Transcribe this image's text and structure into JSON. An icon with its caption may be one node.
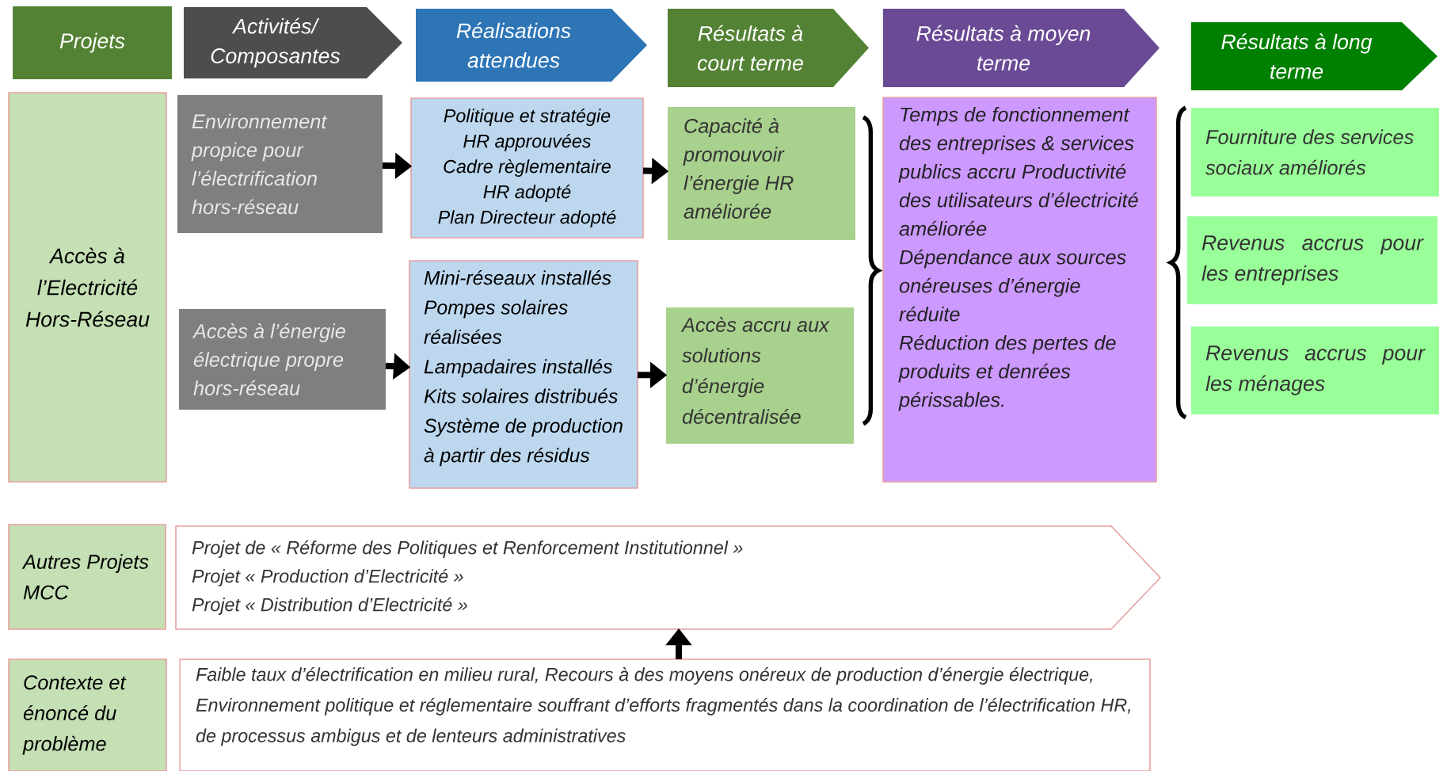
{
  "diagram": {
    "nodes": [
      {
        "text": [
          "Projets"
        ]
      },
      {
        "text": [
          "Activités/ Composantes"
        ]
      },
      {
        "text": [
          "Réalisations attendues"
        ]
      },
      {
        "text": [
          "Résultats à court terme"
        ]
      },
      {
        "text": [
          "Résultats à moyen terme"
        ]
      },
      {
        "text": [
          "Résultats à long terme"
        ]
      },
      {
        "text": [
          "Accès à l’Electricité Hors-Réseau"
        ]
      },
      {
        "text": [
          "Environnement propice pour l’électrification hors-réseau"
        ]
      },
      {
        "text": [
          "Accès à l’énergie électrique propre hors-réseau"
        ]
      },
      {
        "text": [
          "Politique et stratégie HR approuvées",
          "Cadre règlementaire HR adopté",
          "Plan Directeur adopté"
        ]
      },
      {
        "text": [
          "Mini-réseaux installés",
          "Pompes solaires réalisées",
          "Lampadaires installés",
          "Kits solaires distribués",
          "Système de production à partir des résidus"
        ]
      },
      {
        "text": [
          "Capacité à promouvoir l’énergie HR améliorée"
        ]
      },
      {
        "text": [
          "Accès accru aux solutions d’énergie décentralisée"
        ]
      },
      {
        "text": [
          "Temps de fonctionnement des entreprises & services publics accru Productivité des utilisateurs d’électricité améliorée",
          "Dépendance aux sources onéreuses d’énergie réduite",
          "Réduction des pertes de produits et denrées périssables."
        ]
      },
      {
        "text": [
          "Fourniture des services sociaux améliorés"
        ]
      },
      {
        "text": [
          "Revenus accrus pour les entreprises"
        ]
      },
      {
        "text": [
          "Revenus accrus pour les ménages"
        ]
      },
      {
        "text": [
          "Autres Projets MCC"
        ]
      },
      {
        "text": [
          "Projet de « Réforme des Politiques et Renforcement Institutionnel »",
          "Projet « Production d’Electricité »",
          "Projet « Distribution d’Electricité »"
        ]
      },
      {
        "text": [
          "Contexte et énoncé du problème"
        ]
      },
      {
        "text": [
          "Faible taux d’électrification en milieu rural, Recours à des moyens onéreux de production d’énergie électrique, Environnement politique et réglementaire souffrant d’efforts fragmentés dans la coordination de l’électrification HR, de processus ambigus et de lenteurs administratives"
        ]
      }
    ],
    "edges": [
      {
        "from": 7,
        "to": 9,
        "arrow": "to"
      },
      {
        "from": 8,
        "to": 10,
        "arrow": "to"
      },
      {
        "from": 9,
        "to": 11,
        "arrow": "to"
      },
      {
        "from": 10,
        "to": 12,
        "arrow": "to"
      },
      {
        "from": 20,
        "to": 18,
        "arrow": "to"
      }
    ]
  }
}
